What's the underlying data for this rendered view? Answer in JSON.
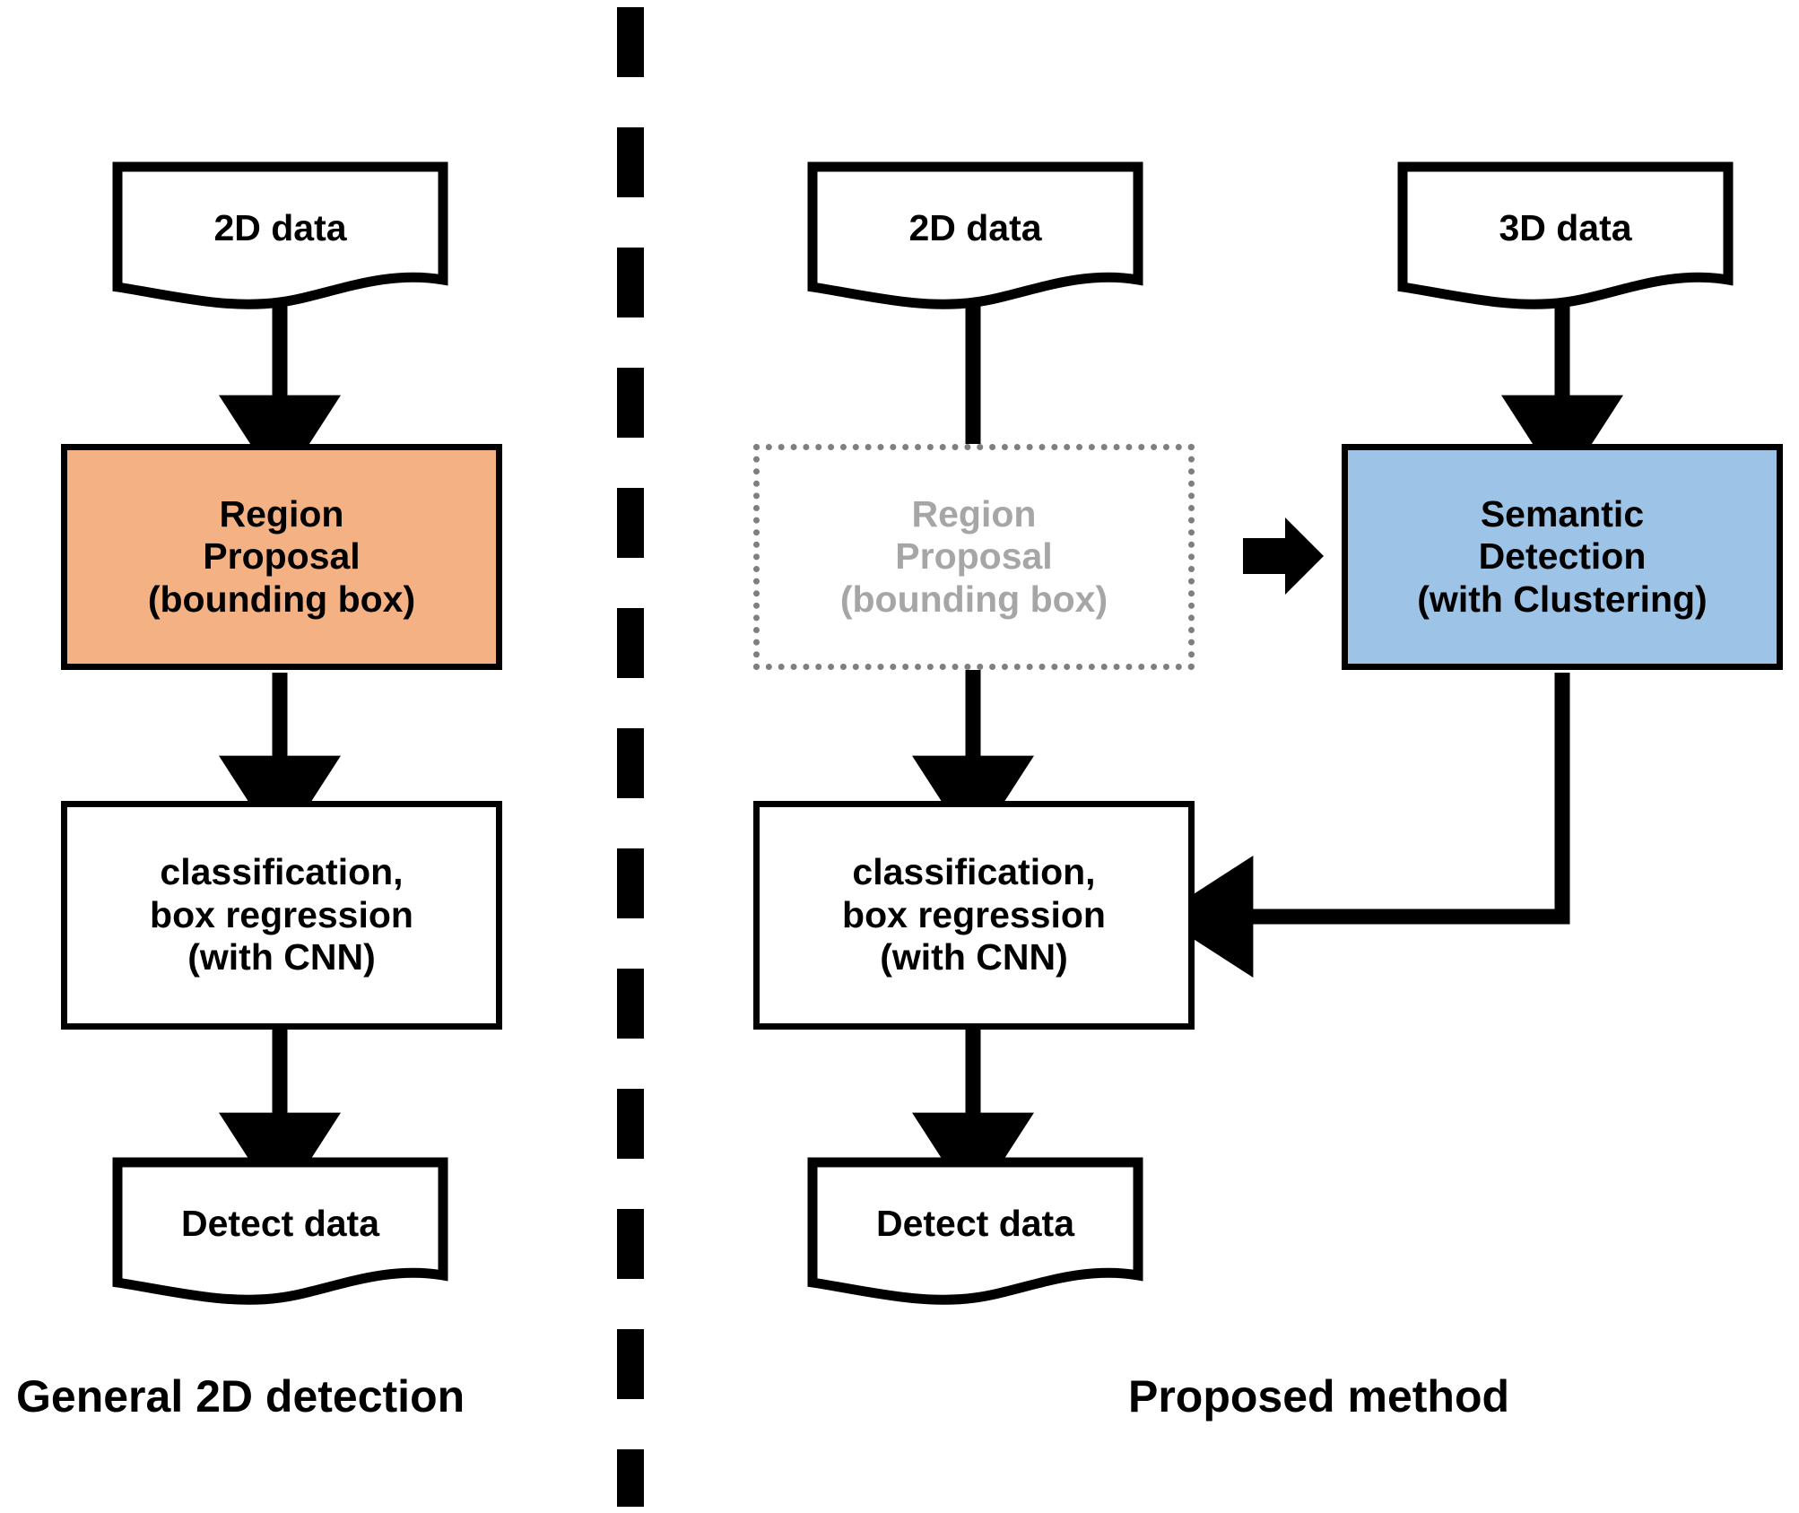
{
  "figure": {
    "type": "flowchart",
    "title": "",
    "background_color": "#FFFFFF",
    "divider": {
      "style": "vertical dashed line",
      "color": "#000000"
    }
  },
  "colors": {
    "orange_fill": "#F4B183",
    "blue_fill": "#9DC3E6",
    "ghost_text": "#A6A6A6",
    "ghost_border": "#7F7F7F",
    "stroke": "#000000",
    "white_fill": "#FFFFFF"
  },
  "left_panel": {
    "caption": "General 2D detection",
    "nodes": [
      {
        "id": "l-2d-data",
        "label": "2D data",
        "shape": "document",
        "fill": "#FFFFFF"
      },
      {
        "id": "l-region-proposal",
        "label": "Region\nProposal\n(bounding box)",
        "shape": "process",
        "fill": "#F4B183"
      },
      {
        "id": "l-classification",
        "label": "classification,\nbox regression\n(with CNN)",
        "shape": "process",
        "fill": "#FFFFFF"
      },
      {
        "id": "l-detect-data",
        "label": "Detect data",
        "shape": "document",
        "fill": "#FFFFFF"
      }
    ],
    "edges": [
      {
        "from": "l-2d-data",
        "to": "l-region-proposal",
        "style": "solid-arrow-down"
      },
      {
        "from": "l-region-proposal",
        "to": "l-classification",
        "style": "solid-arrow-down"
      },
      {
        "from": "l-classification",
        "to": "l-detect-data",
        "style": "solid-arrow-down"
      }
    ]
  },
  "right_panel": {
    "caption": "Proposed method",
    "nodes": [
      {
        "id": "r-2d-data",
        "label": "2D data",
        "shape": "document",
        "fill": "#FFFFFF"
      },
      {
        "id": "r-3d-data",
        "label": "3D data",
        "shape": "document",
        "fill": "#FFFFFF"
      },
      {
        "id": "r-region-proposal",
        "label": "Region\nProposal\n(bounding box)",
        "shape": "process-disabled",
        "fill": "#FFFFFF"
      },
      {
        "id": "r-semantic",
        "label": "Semantic\nDetection\n(with Clustering)",
        "shape": "process",
        "fill": "#9DC3E6"
      },
      {
        "id": "r-classification",
        "label": "classification,\nbox regression\n(with CNN)",
        "shape": "process",
        "fill": "#FFFFFF"
      },
      {
        "id": "r-detect-data",
        "label": "Detect data",
        "shape": "document",
        "fill": "#FFFFFF"
      }
    ],
    "edges": [
      {
        "from": "r-2d-data",
        "to": "r-classification",
        "style": "solid-line-through-ghost"
      },
      {
        "from": "r-3d-data",
        "to": "r-semantic",
        "style": "solid-arrow-down"
      },
      {
        "from": "r-region-proposal",
        "to": "r-semantic",
        "style": "block-arrow-right"
      },
      {
        "from": "r-semantic",
        "to": "r-classification",
        "style": "elbow-arrow-left"
      },
      {
        "from": "r-classification",
        "to": "r-detect-data",
        "style": "solid-arrow-down"
      }
    ]
  }
}
